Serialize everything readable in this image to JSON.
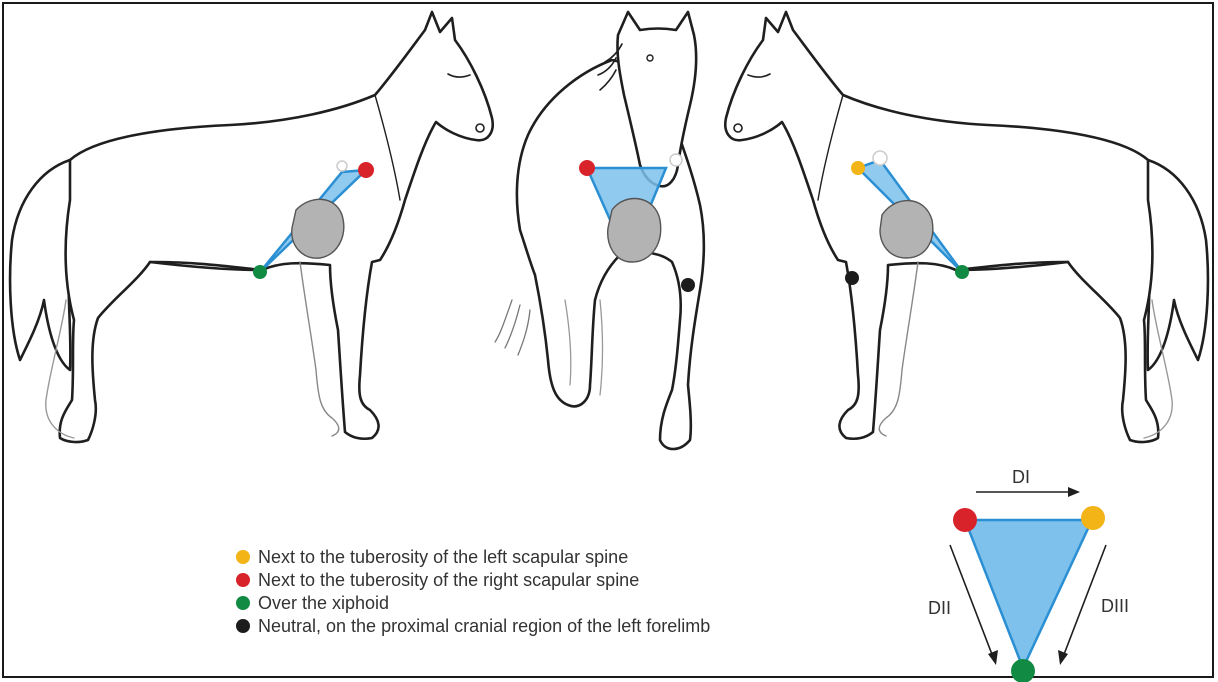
{
  "colors": {
    "left_scapular": "#f2b417",
    "right_scapular": "#d9232b",
    "xiphoid": "#118a43",
    "neutral": "#1c1c1c",
    "triangle_fill": "#7dc1ec",
    "triangle_stroke": "#2b8fd3",
    "heart_fill": "#b3b3b3",
    "outline": "#1f1f1f"
  },
  "legend": [
    {
      "color_key": "left_scapular",
      "label": "Next to the tuberosity of the left scapular spine"
    },
    {
      "color_key": "right_scapular",
      "label": "Next to the tuberosity of the right scapular spine"
    },
    {
      "color_key": "xiphoid",
      "label": "Over the xiphoid"
    },
    {
      "color_key": "neutral",
      "label": "Neutral, on the proximal cranial region of the left forelimb"
    }
  ],
  "leads": {
    "d1": "DI",
    "d2": "DII",
    "d3": "DIII"
  }
}
